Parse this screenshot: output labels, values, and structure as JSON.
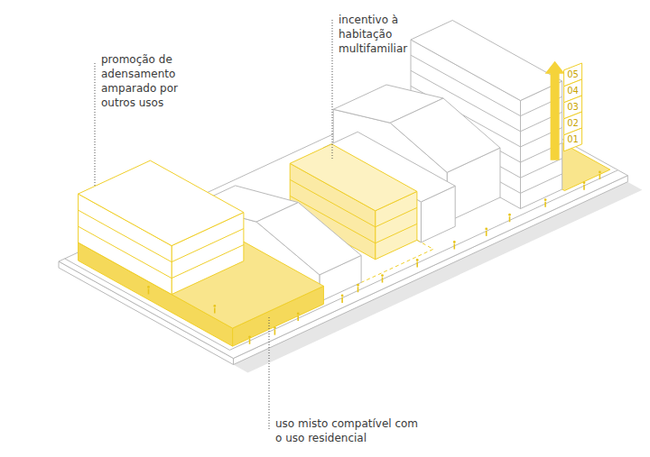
{
  "diagram": {
    "labels": [
      "promoção de adensamento amparado por outros usos",
      "incentivo à habitação multifamiliar",
      "05",
      "04",
      "03",
      "02",
      "01",
      "uso misto compatível com o uso residencial"
    ]
  }
}
